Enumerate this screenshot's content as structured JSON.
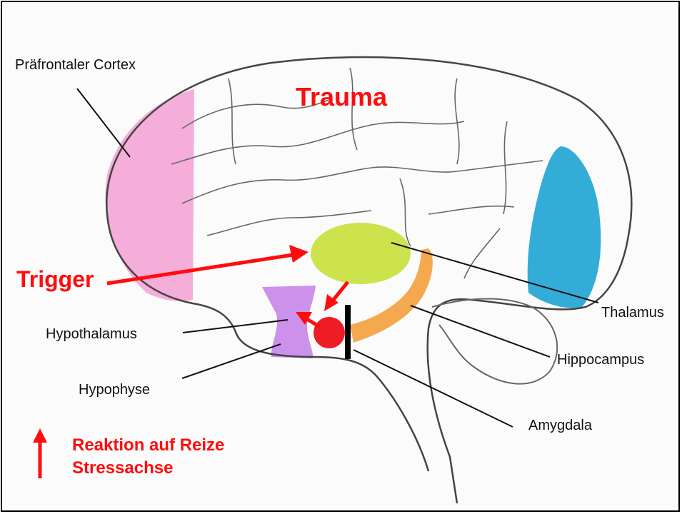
{
  "title": "Trauma",
  "trigger": "Trigger",
  "labels": {
    "prefrontal": "Präfrontaler Cortex",
    "thalamus": "Thalamus",
    "hippocampus": "Hippocampus",
    "hypothalamus": "Hypothalamus",
    "hypophyse": "Hypophyse",
    "amygdala": "Amygdala"
  },
  "legend": {
    "line1": "Reaktion auf Reize",
    "line2": "Stressachse"
  },
  "colors": {
    "accent_red": "#ff0d0d",
    "prefrontal": "#f2a0d2",
    "thalamus": "#c8e03a",
    "hippocampus": "#f3a03c",
    "hypothalamus": "#c785e8",
    "amygdala": "#ee1c24",
    "occipital": "#1ea3d4"
  }
}
